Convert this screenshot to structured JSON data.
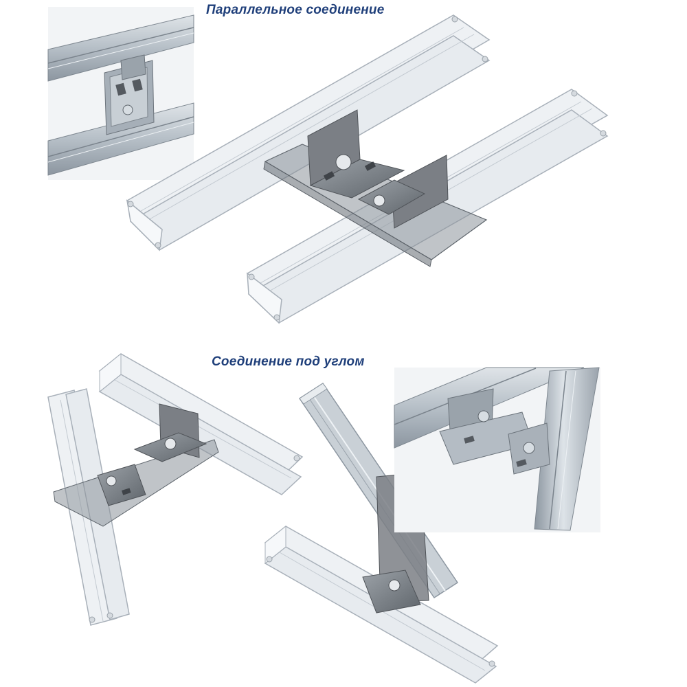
{
  "headings": {
    "parallel": "Параллельное соединение",
    "angle": "Соединение под углом"
  },
  "colors": {
    "heading_text": "#1f3f7a",
    "profile_fill": "#eef1f4",
    "profile_stroke": "#a8b0b9",
    "bracket_fill": "#7b7f85",
    "bracket_stroke": "#4f5358",
    "plate_glass": "#8d949b",
    "photo_steel_light": "#c3cbd2",
    "photo_steel_dark": "#8e98a2"
  },
  "figures": [
    {
      "id": "parallel-photo",
      "kind": "photo"
    },
    {
      "id": "parallel-render",
      "kind": "render"
    },
    {
      "id": "angle-render-left",
      "kind": "render"
    },
    {
      "id": "angle-render-center",
      "kind": "render"
    },
    {
      "id": "angle-photo",
      "kind": "photo"
    }
  ]
}
